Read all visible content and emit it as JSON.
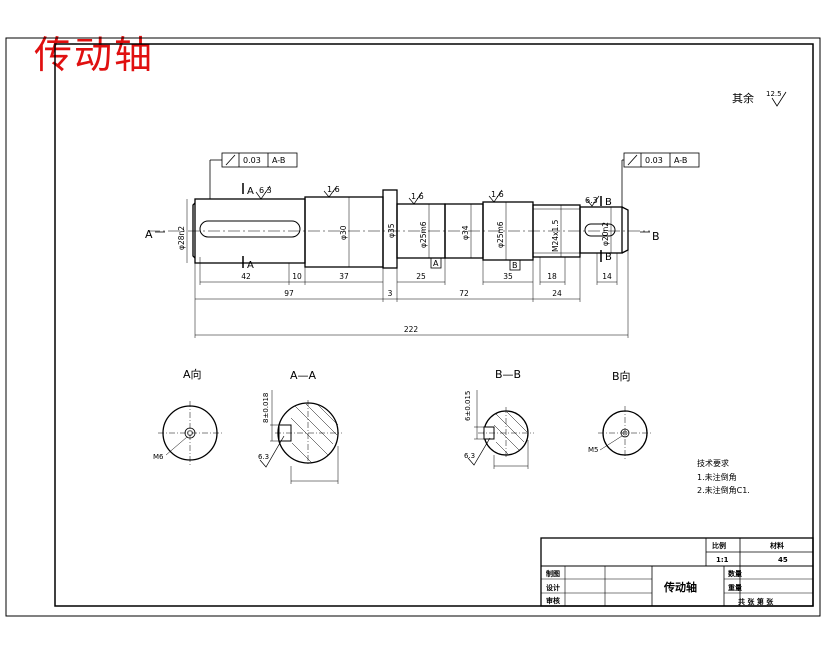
{
  "title": "传动轴",
  "surface_rest": {
    "label": "其余",
    "value": "12.5"
  },
  "tol_left": {
    "value": "0.03",
    "datum": "A-B"
  },
  "tol_right": {
    "value": "0.03",
    "datum": "A-B"
  },
  "rough": {
    "r1": "6.3",
    "r2": "1.6",
    "r3": "1.6",
    "r4": "1.6",
    "r5": "6.3"
  },
  "markers": {
    "a_top": "A",
    "a_bot": "A",
    "a_box": "A",
    "b_box": "B",
    "b_top": "B",
    "b_bot": "B",
    "left_A": "A",
    "right_B": "B"
  },
  "diameters": {
    "d1": "φ28n2",
    "d2": "φ30",
    "d3": "φ35",
    "d4": "φ25m6",
    "d5": "φ34",
    "d6": "φ25m6",
    "d7": "M24x1.5",
    "d8": "φ20n2"
  },
  "lengths": {
    "l1": "42",
    "l2": "10",
    "l3": "37",
    "l4": "25",
    "l5": "35",
    "l6": "18",
    "l7": "14",
    "l8": "97",
    "l9": "3",
    "l10": "72",
    "l11": "24",
    "l12": "222"
  },
  "views": {
    "a_dir": "A向",
    "aa": "A—A",
    "bb": "B—B",
    "b_dir": "B向",
    "m5_left": "M6",
    "m5_right": "M5",
    "key_aa": "8±0.018",
    "key_bb": "6±0.015",
    "rough_aa": "6.3",
    "rough_bb": "6.3"
  },
  "notes": {
    "title": "技术要求",
    "n1": "1.未注倒角",
    "n2": "2.未注倒角C1."
  },
  "title_block": {
    "scale_h": "比例",
    "material_h": "材料",
    "scale": "1:1",
    "material": "45",
    "name": "传动轴",
    "draw": "制图",
    "design": "设计",
    "review": "审核",
    "sheet": "数量",
    "weight": "重量",
    "pages": "共 张 第 张"
  }
}
